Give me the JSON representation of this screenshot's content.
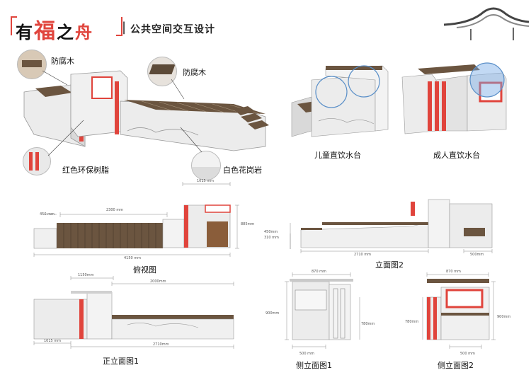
{
  "header": {
    "logo_chars": [
      "有",
      "福",
      "之",
      "舟"
    ],
    "divider": "|",
    "title": "公共空间交互设计"
  },
  "callouts": {
    "wood_left": "防腐木",
    "wood_right": "防腐木",
    "resin": "红色环保树脂",
    "granite": "白色花岗岩"
  },
  "fountains": {
    "child": "儿童直饮水台",
    "adult": "成人直饮水台"
  },
  "top_view": {
    "caption": "俯视图",
    "dims": {
      "w2300": "2300 mm",
      "w1015": "1015 mm",
      "h885": "885mm",
      "w450": "450 mm",
      "w4150": "4150 mm"
    }
  },
  "elev2": {
    "caption": "立面图2",
    "dims": {
      "h450": "450mm",
      "h310": "310 mm",
      "w2710": "2710 mm",
      "w500": "500mm"
    }
  },
  "front": {
    "caption": "正立面图1",
    "dims": {
      "w1150": "1150mm",
      "w2000": "2000mm",
      "w1015": "1015 mm",
      "w2710": "2710mm"
    }
  },
  "side1": {
    "caption": "侧立面图1",
    "dims": {
      "w870": "870 mm",
      "h900": "900mm",
      "h780": "780mm",
      "w500": "500 mm"
    }
  },
  "side2": {
    "caption": "侧立面图2",
    "dims": {
      "w870": "870 mm",
      "h900": "900mm",
      "h780": "780mm",
      "w500": "500 mm"
    }
  },
  "colors": {
    "accent_red": "#e0443c",
    "wood": "#6b5540",
    "stone": "#ececec"
  }
}
